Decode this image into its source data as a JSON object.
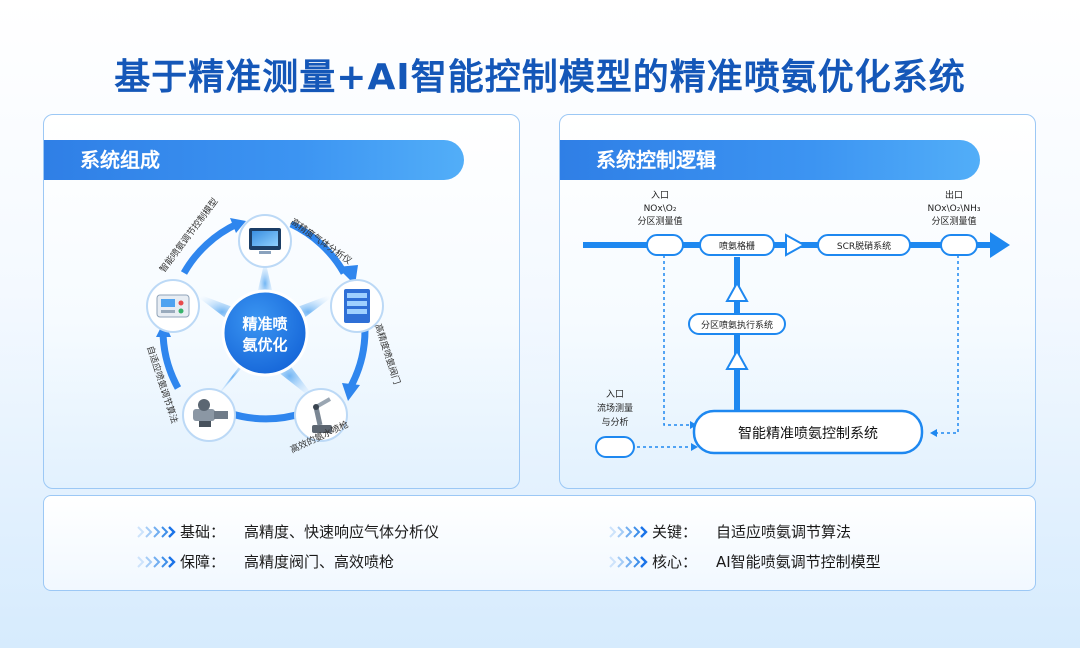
{
  "title": "基于精准测量+AI智能控制模型的精准喷氨优化系统",
  "left_panel": {
    "header": "系统组成",
    "center_line1": "精准喷",
    "center_line2": "氨优化",
    "items": [
      {
        "label": "高精度气体分析仪",
        "icon": "gas-analyzer-screen-icon"
      },
      {
        "label": "高精度喷氨阀门",
        "icon": "server-cabinet-icon"
      },
      {
        "label": "高效的氨水喷枪",
        "icon": "robot-arm-icon"
      },
      {
        "label": "自适应喷氨调节算法",
        "icon": "valve-actuator-icon"
      },
      {
        "label": "智能喷氨调节控制模型",
        "icon": "control-panel-icon"
      }
    ]
  },
  "right_panel": {
    "header": "系统控制逻辑",
    "inlet_line1": "入口",
    "inlet_line2": "NOx\\O₂",
    "inlet_line3": "分区测量值",
    "outlet_line1": "出口",
    "outlet_line2": "NOx\\O₂\\NH₃",
    "outlet_line3": "分区测量值",
    "grid": "喷氨格栅",
    "scr": "SCR脱硝系统",
    "actuator": "分区喷氨执行系统",
    "flow_line1": "入口",
    "flow_line2": "流场测量",
    "flow_line3": "与分析",
    "control": "智能精准喷氨控制系统"
  },
  "bottom": {
    "items": [
      {
        "label": "基础：",
        "value": "高精度、快速响应气体分析仪"
      },
      {
        "label": "关键：",
        "value": "自适应喷氨调节算法"
      },
      {
        "label": "保障：",
        "value": "高精度阀门、高效喷枪"
      },
      {
        "label": "核心：",
        "value": "AI智能喷氨调节控制模型"
      }
    ]
  },
  "colors": {
    "primary": "#1a73e8",
    "title": "#1457b8",
    "light": "#cfe6fd",
    "dark_text": "#1a1a1a"
  }
}
